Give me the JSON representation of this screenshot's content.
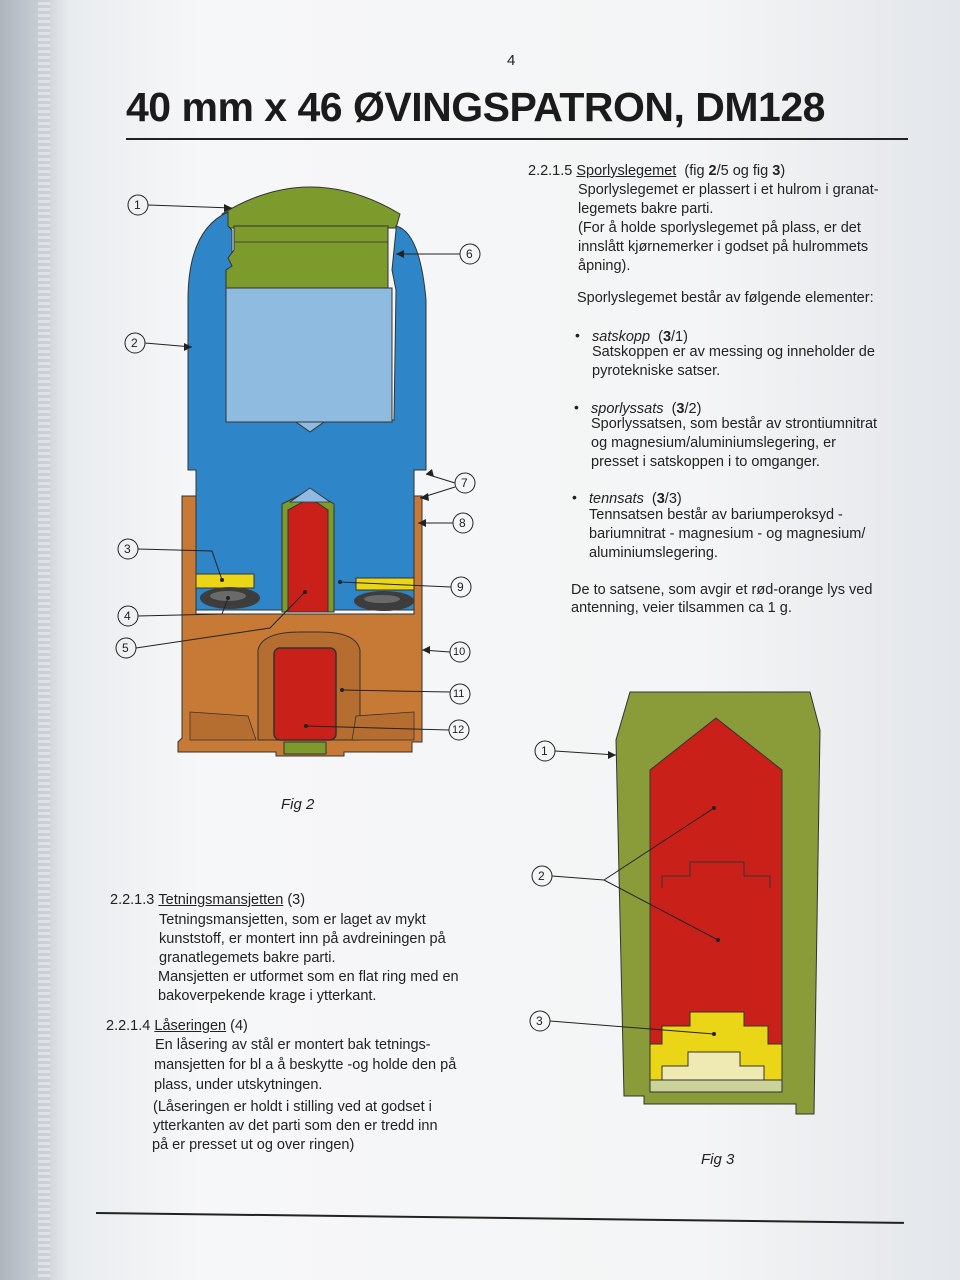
{
  "page_number": "4",
  "title": "40 mm x 46 ØVINGSPATRON, DM128",
  "section_2215": {
    "heading_num": "2.2.1.5",
    "heading": "Sporlyslegemet",
    "ref_prefix": "(fig ",
    "ref_b1": "2",
    "ref_mid": "/5 og fig ",
    "ref_b2": "3",
    "ref_suffix": ")",
    "lines": [
      "Sporlyslegemet er plassert i et hulrom i granat-",
      "legemets bakre parti.",
      "(For å holde sporlyslegemet på plass, er det",
      "innslått kjørnemerker i godset på hulrommets",
      "åpning)."
    ],
    "intro": "Sporlyslegemet består av følgende elementer:",
    "items": [
      {
        "name": "satskopp",
        "ref_b": "3",
        "ref_rest": "/1)",
        "lines": [
          "Satskoppen er av messing og inneholder de",
          "pyrotekniske satser."
        ]
      },
      {
        "name": "sporlyssats",
        "ref_b": "3",
        "ref_rest": "/2)",
        "lines": [
          "Sporlyssatsen, som består av strontiumnitrat",
          "og magnesium/aluminiumslegering, er",
          "presset i satskoppen i to omganger."
        ]
      },
      {
        "name": "tennsats",
        "ref_b": "3",
        "ref_rest": "/3)",
        "lines": [
          "Tennsatsen består av bariumperoksyd -",
          "bariumnitrat - magnesium - og magnesium/",
          "aluminiumslegering."
        ]
      }
    ],
    "closing": [
      "De to satsene, som avgir et rød-orange lys ved",
      "antenning, veier tilsammen ca 1 g."
    ]
  },
  "section_2213": {
    "heading_num": "2.2.1.3",
    "heading": "Tetningsmansjetten",
    "ref": "(3)",
    "lines": [
      "Tetningsmansjetten, som er laget av mykt",
      "kunststoff, er montert inn på avdreiningen på",
      "granatlegemets bakre parti.",
      "Mansjetten er utformet som en flat ring med en",
      "bakoverpekende krage i ytterkant."
    ]
  },
  "section_2214": {
    "heading_num": "2.2.1.4",
    "heading": "Låseringen",
    "ref": "(4)",
    "lines": [
      "En låsering av stål er montert bak tetnings-",
      "mansjetten for bl a å beskytte -og holde den på",
      "plass, under utskytningen.",
      "(Låseringen er holdt i stilling ved at godset i",
      "ytterkanten av det parti som den er tredd inn",
      "på er presset ut og over ringen)"
    ]
  },
  "fig2": {
    "caption": "Fig 2",
    "callouts": [
      "1",
      "2",
      "3",
      "4",
      "5",
      "6",
      "7",
      "8",
      "9",
      "10",
      "11",
      "12"
    ]
  },
  "fig3": {
    "caption": "Fig 3",
    "callouts": [
      "1",
      "2",
      "3"
    ]
  },
  "colors": {
    "green": "#7d9a2c",
    "olive": "#8a9b3a",
    "blue": "#2e86c9",
    "light_blue": "#8fbbe0",
    "orange_brown": "#c77a36",
    "red": "#c9201a",
    "yellow": "#ead516",
    "cream": "#efe9b4"
  }
}
